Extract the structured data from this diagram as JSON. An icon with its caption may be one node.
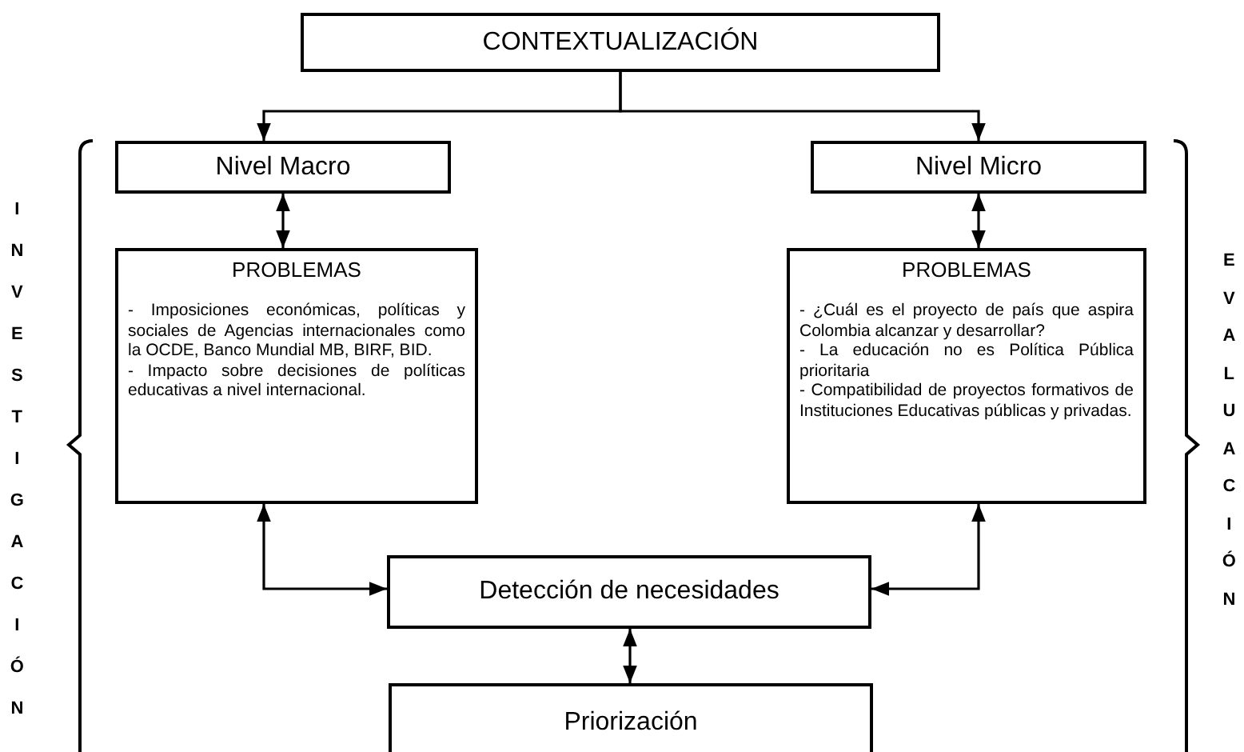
{
  "diagram": {
    "nodes": [
      {
        "text": [
          "CONTEXTUALIZACIÓN"
        ]
      },
      {
        "text": [
          "Nivel Macro"
        ]
      },
      {
        "text": [
          "Nivel Micro"
        ]
      },
      {
        "text": [
          "PROBLEMAS",
          "- Imposiciones económicas, políticas y sociales de Agencias internacionales como la OCDE, Banco Mundial MB, BIRF, BID.",
          "- Impacto sobre decisiones de políticas educativas a nivel internacional."
        ]
      },
      {
        "text": [
          "PROBLEMAS",
          "- ¿Cuál es el proyecto de país que aspira Colombia alcanzar y desarrollar?",
          "- La educación no es Política Pública prioritaria",
          "- Compatibilidad de proyectos formativos de Instituciones Educativas públicas y privadas."
        ]
      },
      {
        "text": [
          "Detección de necesidades"
        ]
      },
      {
        "text": [
          "Priorización"
        ]
      }
    ],
    "edges": [
      {
        "from": 0,
        "to": 1,
        "arrow": "to"
      },
      {
        "from": 0,
        "to": 2,
        "arrow": "to"
      },
      {
        "from": 1,
        "to": 3,
        "arrow": "both"
      },
      {
        "from": 2,
        "to": 4,
        "arrow": "both"
      },
      {
        "from": 3,
        "to": 5,
        "arrow": "both"
      },
      {
        "from": 4,
        "to": 5,
        "arrow": "both"
      },
      {
        "from": 5,
        "to": 6,
        "arrow": "both"
      }
    ],
    "labels": [
      "INVESTIGACIÓN",
      "EVALUACIÓN"
    ]
  }
}
